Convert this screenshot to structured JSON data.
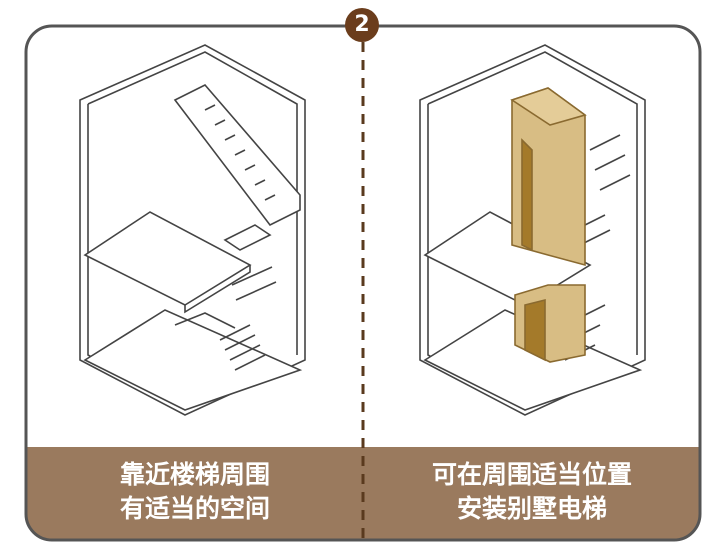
{
  "step_number": "2",
  "left_panel": {
    "caption_line1": "靠近楼梯周围",
    "caption_line2": "有适当的空间"
  },
  "right_panel": {
    "caption_line1": "可在周围适当位置",
    "caption_line2": "安装别墅电梯"
  },
  "colors": {
    "frame": "#555555",
    "band": "#9a7a5e",
    "badge": "#6b3d1c",
    "elevator": "#d8bd84"
  }
}
